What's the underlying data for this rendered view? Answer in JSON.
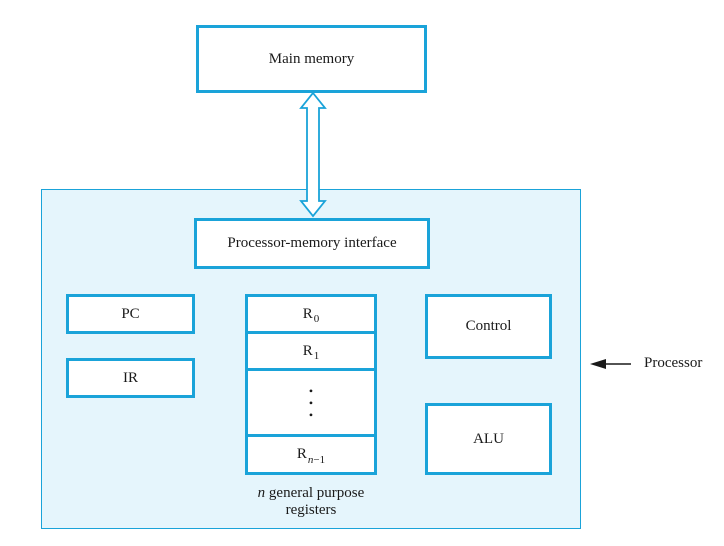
{
  "colors": {
    "border": "#1aa3d9",
    "fill": "#e5f5fc",
    "text": "#1a1a1a"
  },
  "main_memory": {
    "label": "Main memory"
  },
  "processor_region": {
    "interface_label": "Processor-memory interface",
    "pc_label": "PC",
    "ir_label": "IR",
    "control_label": "Control",
    "alu_label": "ALU"
  },
  "registers": {
    "r0": {
      "base": "R",
      "sub": "0"
    },
    "r1": {
      "base": "R",
      "sub": "1"
    },
    "ellipsis": "•\n•\n•",
    "rn1": {
      "base": "R",
      "sub_var": "n",
      "sub_rest": "−1"
    },
    "caption_var": "n",
    "caption_line1": " general purpose",
    "caption_line2": "registers"
  },
  "processor_label": "Processor",
  "icons": {
    "bus": "double-headed-bus-arrow-icon",
    "pointer": "left-arrow-icon"
  }
}
